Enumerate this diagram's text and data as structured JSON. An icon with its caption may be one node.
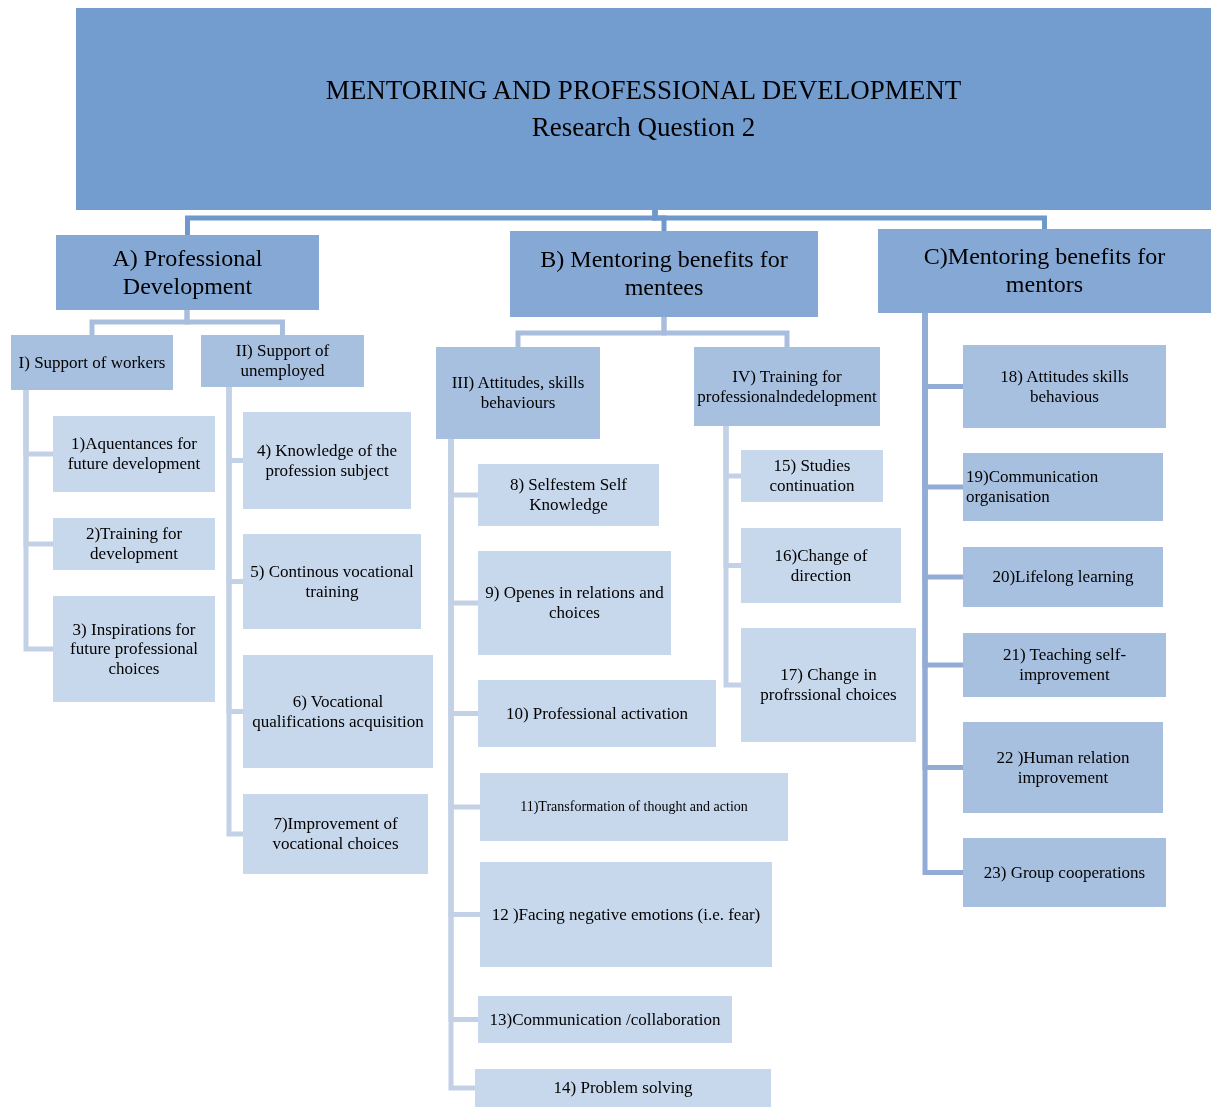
{
  "diagram": {
    "nodes": [
      {
        "text": [
          "MENTORING AND PROFESSIONAL DEVELOPMENT",
          "Research Question 2"
        ]
      },
      {
        "text": [
          "A) Professional Development"
        ]
      },
      {
        "text": [
          "B) Mentoring benefits for mentees"
        ]
      },
      {
        "text": [
          "C)Mentoring benefits for mentors"
        ]
      },
      {
        "text": [
          "I) Support of workers"
        ]
      },
      {
        "text": [
          "II) Support of unemployed"
        ]
      },
      {
        "text": [
          "III) Attitudes, skills behaviours"
        ]
      },
      {
        "text": [
          "IV) Training for professionalndedelopment"
        ]
      },
      {
        "text": [
          "1)Aquentances for future development"
        ]
      },
      {
        "text": [
          "2)Training for development"
        ]
      },
      {
        "text": [
          "3) Inspirations for future professional choices"
        ]
      },
      {
        "text": [
          "4) Knowledge of the profession subject"
        ]
      },
      {
        "text": [
          "5) Continous vocational training"
        ]
      },
      {
        "text": [
          "6) Vocational qualifications acquisition"
        ]
      },
      {
        "text": [
          "7)Improvement of vocational choices"
        ]
      },
      {
        "text": [
          "8) Selfestem Self Knowledge"
        ]
      },
      {
        "text": [
          "9) Openes in relations and choices"
        ]
      },
      {
        "text": [
          "10) Professional activation"
        ]
      },
      {
        "text": [
          "11)Transformation of thought and action"
        ]
      },
      {
        "text": [
          "12 )Facing negative emotions (i.e. fear)"
        ]
      },
      {
        "text": [
          "13)Communication /collaboration"
        ]
      },
      {
        "text": [
          "14) Problem solving"
        ]
      },
      {
        "text": [
          "15) Studies continuation"
        ]
      },
      {
        "text": [
          "16)Change of direction"
        ]
      },
      {
        "text": [
          "17) Change in profrssional choices"
        ]
      },
      {
        "text": [
          "18) Attitudes skills behavious"
        ]
      },
      {
        "text": [
          "19)Communication organisation"
        ]
      },
      {
        "text": [
          "20)Lifelong learning"
        ]
      },
      {
        "text": [
          "21) Teaching self-improvement"
        ]
      },
      {
        "text": [
          "22 )Human relation improvement"
        ]
      },
      {
        "text": [
          "23) Group cooperations"
        ]
      }
    ],
    "edges": [
      {
        "from": 0,
        "to": 1,
        "arrow": "none",
        "color": "#6f99cc"
      },
      {
        "from": 0,
        "to": 2,
        "arrow": "none",
        "color": "#6f99cc"
      },
      {
        "from": 0,
        "to": 3,
        "arrow": "none",
        "color": "#6f99cc"
      },
      {
        "from": 1,
        "to": 4,
        "arrow": "none",
        "color": "#a9bedd"
      },
      {
        "from": 1,
        "to": 5,
        "arrow": "none",
        "color": "#a9bedd"
      },
      {
        "from": 2,
        "to": 6,
        "arrow": "none",
        "color": "#a9bedd"
      },
      {
        "from": 2,
        "to": 7,
        "arrow": "none",
        "color": "#a9bedd"
      },
      {
        "from": 4,
        "to": 8,
        "arrow": "none"
      },
      {
        "from": 4,
        "to": 9,
        "arrow": "none"
      },
      {
        "from": 4,
        "to": 10,
        "arrow": "none"
      },
      {
        "from": 5,
        "to": 11,
        "arrow": "none"
      },
      {
        "from": 5,
        "to": 12,
        "arrow": "none"
      },
      {
        "from": 5,
        "to": 13,
        "arrow": "none"
      },
      {
        "from": 5,
        "to": 14,
        "arrow": "none"
      },
      {
        "from": 6,
        "to": 15,
        "arrow": "none"
      },
      {
        "from": 6,
        "to": 16,
        "arrow": "none"
      },
      {
        "from": 6,
        "to": 17,
        "arrow": "none"
      },
      {
        "from": 6,
        "to": 18,
        "arrow": "none"
      },
      {
        "from": 6,
        "to": 19,
        "arrow": "none"
      },
      {
        "from": 6,
        "to": 20,
        "arrow": "none"
      },
      {
        "from": 6,
        "to": 21,
        "arrow": "none"
      },
      {
        "from": 7,
        "to": 22,
        "arrow": "none"
      },
      {
        "from": 7,
        "to": 23,
        "arrow": "none"
      },
      {
        "from": 7,
        "to": 24,
        "arrow": "none"
      },
      {
        "from": 3,
        "to": 25,
        "arrow": "none",
        "color": "#92acd6"
      },
      {
        "from": 3,
        "to": 26,
        "arrow": "none",
        "color": "#92acd6"
      },
      {
        "from": 3,
        "to": 27,
        "arrow": "none",
        "color": "#92acd6"
      },
      {
        "from": 3,
        "to": 28,
        "arrow": "none",
        "color": "#92acd6"
      },
      {
        "from": 3,
        "to": 29,
        "arrow": "none",
        "color": "#92acd6"
      },
      {
        "from": 3,
        "to": 30,
        "arrow": "none",
        "color": "#92acd6"
      }
    ]
  }
}
